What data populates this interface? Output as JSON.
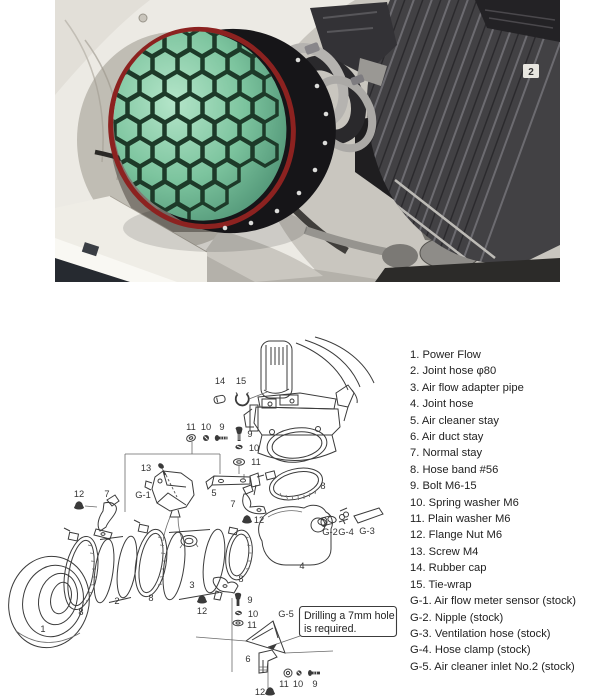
{
  "photo": {
    "badge": "2",
    "colors": {
      "filter_green": "#7cc49e",
      "filter_rim_red": "#8c2220",
      "flange_black": "#161518",
      "engine_cover": "#424144",
      "fender_white": "#eceae4",
      "clamp_silver": "#b5b3b0",
      "connector_orange": "#bf7036"
    }
  },
  "diagram": {
    "note": {
      "line1": "Drilling a 7mm hole",
      "line2": "is required."
    },
    "callouts": [
      "14",
      "15",
      "11",
      "10",
      "9",
      "9",
      "10",
      "11",
      "13",
      "G-1",
      "5",
      "7",
      "12",
      "7",
      "12",
      "8",
      "G-2",
      "G-4",
      "G-3",
      "4",
      "1",
      "8",
      "2",
      "8",
      "3",
      "8",
      "12",
      "9",
      "10",
      "11",
      "G-5",
      "6",
      "11",
      "10",
      "9",
      "12"
    ]
  },
  "parts_list": {
    "items": [
      "1. Power Flow",
      "2. Joint hose φ80",
      "3. Air flow adapter pipe",
      "4. Joint hose",
      "5. Air cleaner stay",
      "6. Air duct stay",
      "7. Normal stay",
      "8. Hose band #56",
      "9. Bolt M6-15",
      "10. Spring washer M6",
      "11. Plain washer M6",
      "12. Flange Nut M6",
      "13. Screw M4",
      "14. Rubber cap",
      "15. Tie-wrap",
      "G-1. Air flow meter sensor (stock)",
      "G-2. Nipple (stock)",
      "G-3. Ventilation hose (stock)",
      "G-4. Hose clamp (stock)",
      "G-5. Air cleaner inlet No.2 (stock)"
    ]
  }
}
